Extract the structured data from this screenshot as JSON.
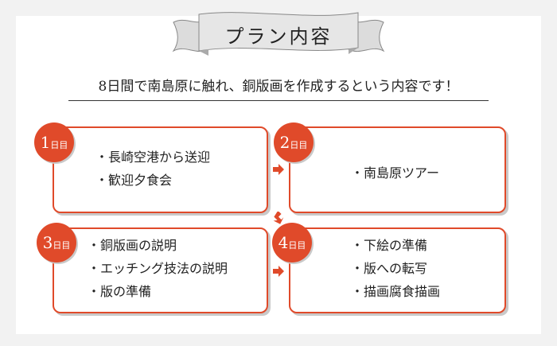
{
  "title": "プラン内容",
  "subtitle": "8日間で南島原に触れ、銅版画を作成するという内容です！",
  "days": [
    {
      "num": "1",
      "unit": "日目",
      "items": [
        "・長崎空港から送迎",
        "・歓迎夕食会"
      ]
    },
    {
      "num": "2",
      "unit": "日目",
      "items": [
        "・南島原ツアー"
      ]
    },
    {
      "num": "3",
      "unit": "日目",
      "items": [
        "・銅版画の説明",
        "・エッチング技法の説明",
        "・版の準備"
      ]
    },
    {
      "num": "4",
      "unit": "日目",
      "items": [
        "・下絵の準備",
        "・版への転写",
        "・描画腐食描画"
      ]
    }
  ],
  "colors": {
    "accent": "#e04a2a",
    "background": "#f2f2f2",
    "ribbon": "#e6e6e6"
  },
  "icons": {
    "flow": "arrow-icon"
  }
}
